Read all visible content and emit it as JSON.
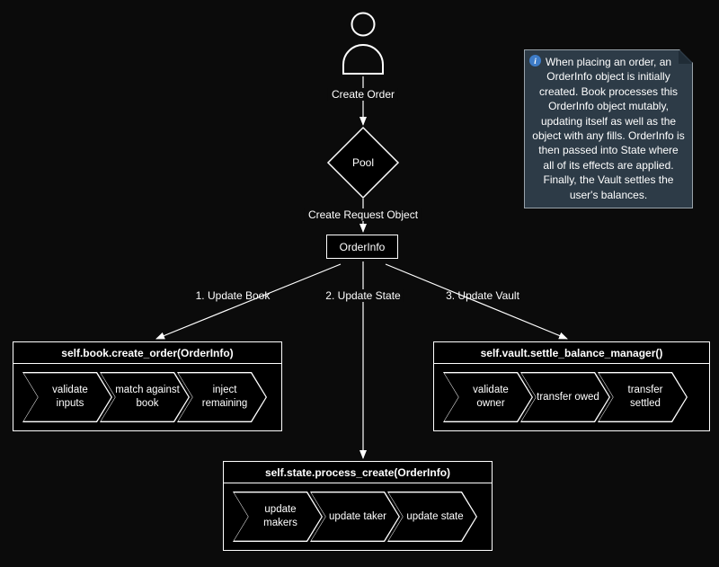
{
  "colors": {
    "background": "#0b0b0b",
    "shape_fill": "#000000",
    "shape_stroke": "#ffffff",
    "text": "#ffffff",
    "note_background": "#2d3b47",
    "note_border": "#99a3aa",
    "info_icon_background": "#3e7cc7"
  },
  "flow": {
    "actor_to_pool_label": "Create Order",
    "pool_label": "Pool",
    "pool_to_orderinfo_label": "Create Request Object",
    "orderinfo_label": "OrderInfo",
    "branch_labels": [
      "1. Update Book",
      "2. Update State",
      "3. Update Vault"
    ]
  },
  "boxes": {
    "book": {
      "title": "self.book.create_order(OrderInfo)",
      "steps": [
        "validate inputs",
        "match against book",
        "inject remaining"
      ]
    },
    "state": {
      "title": "self.state.process_create(OrderInfo)",
      "steps": [
        "update makers",
        "update taker",
        "update state"
      ]
    },
    "vault": {
      "title": "self.vault.settle_balance_manager()",
      "steps": [
        "validate owner",
        "transfer owed",
        "transfer settled"
      ]
    }
  },
  "note": {
    "icon_glyph": "i",
    "text": "When placing an order, an OrderInfo object is initially created. Book processes this OrderInfo object mutably, updating itself as well as the object with any fills. OrderInfo is then passed into State where all of its effects are applied. Finally, the Vault settles the user's balances."
  }
}
